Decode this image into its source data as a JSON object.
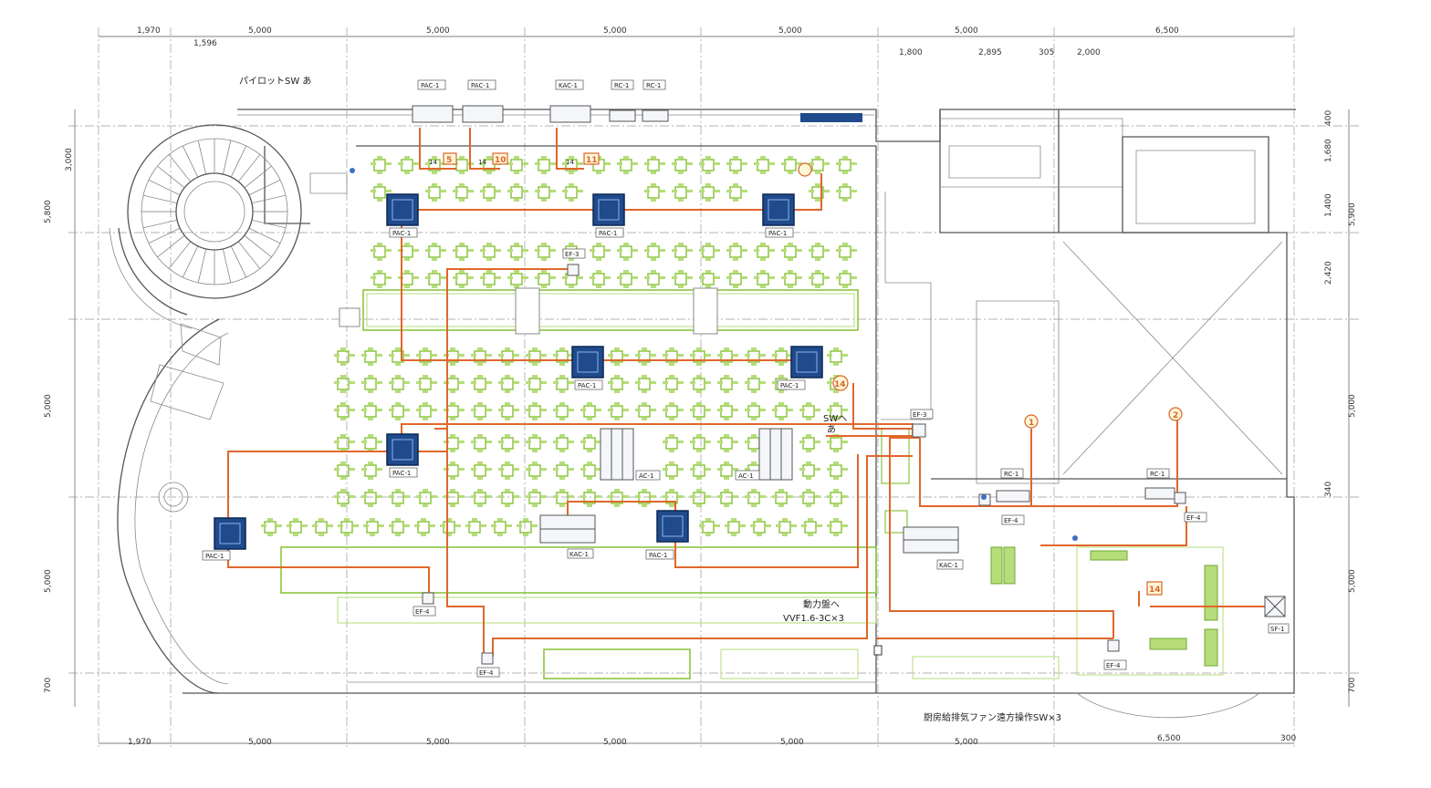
{
  "notes": {
    "pilot_switch": "パイロットSW あ",
    "switch_to": "SWへ",
    "switch_to_a": "あ",
    "power_panel": "動力盤へ",
    "cable": "VVF1.6-3C×3",
    "bottom_note": "厨房給排気ファン遠方操作SW×3"
  },
  "dims_top": [
    "1,970",
    "5,000",
    "5,000",
    "5,000",
    "5,000",
    "5,000",
    "6,500"
  ],
  "dims_top_sub": [
    "1,596"
  ],
  "dims_top_right": [
    "1,800",
    "2,895",
    "305",
    "2,000"
  ],
  "dims_bottom": [
    "1,970",
    "5,000",
    "5,000",
    "5,000",
    "5,000",
    "5,000",
    "6,500",
    "300"
  ],
  "dims_left": [
    "3,000",
    "5,800",
    "5,000",
    "5,000",
    "700"
  ],
  "dims_right": [
    "400",
    "1,680",
    "1,400",
    "5,900",
    "2,420",
    "5,000",
    "340",
    "5,000",
    "700"
  ],
  "top_units": [
    "PAC-1",
    "PAC-1",
    "KAC-1",
    "RC-1",
    "RC-1"
  ],
  "ceiling_units": [
    {
      "label": "PAC-1"
    },
    {
      "label": "PAC-1"
    },
    {
      "label": "PAC-1"
    },
    {
      "label": "PAC-1"
    },
    {
      "label": "PAC-1"
    },
    {
      "label": "PAC-1"
    },
    {
      "label": "PAC-1"
    },
    {
      "label": "PAC-1"
    }
  ],
  "equipment_labels": {
    "ef3_a": "EF-3",
    "ef3_b": "EF-3",
    "ac1_a": "AC-1",
    "ac1_b": "AC-1",
    "kac1_a": "KAC-1",
    "kac1_b": "KAC-1",
    "rc1_a": "RC-1",
    "rc1_b": "RC-1",
    "ef4_a": "EF-4",
    "ef4_b": "EF-4",
    "ef4_c": "EF-4",
    "ef4_d": "EF-4",
    "ef4_e": "EF-4",
    "sf1": "SF-1"
  },
  "pipe_sizes": [
    "14",
    "14",
    "14"
  ],
  "circuit_marks": [
    "5",
    "10",
    "11",
    "14",
    "1",
    "2",
    "14"
  ],
  "colors": {
    "duct": "#e0672b",
    "indoor_unit": "#1f4a8c",
    "furniture": "#8cc63f",
    "walls": "#555555"
  }
}
